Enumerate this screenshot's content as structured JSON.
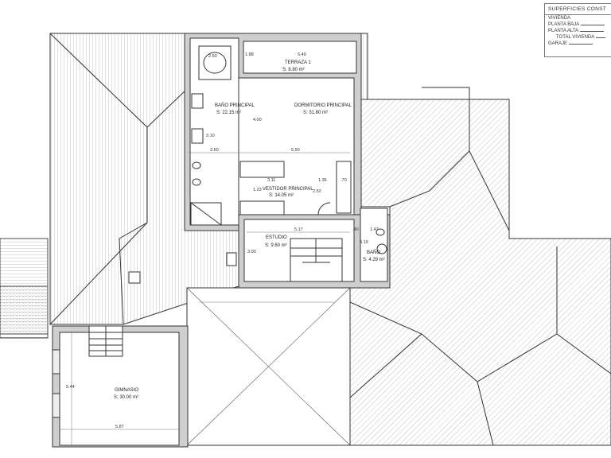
{
  "legend": {
    "title": "SUPERFICIES CONST",
    "rows": [
      "VIVIENDA",
      "PLANTA BAJA",
      "PLANTA ALTA",
      "TOTAL VIVIENDA",
      "GARAJE"
    ]
  },
  "rooms": {
    "terraza": {
      "name": "TERRAZA 1",
      "area": "S: 8.80 m²"
    },
    "bano_principal": {
      "name": "BAÑO PRINCIPAL",
      "area": "S: 22.15 m²"
    },
    "dormitorio": {
      "name": "DORMITORIO PRINCIPAL",
      "area": "S: 31.80 m²"
    },
    "vestidor": {
      "name": "VESTIDOR PRINCIPAL",
      "area": "S: 14.05 m²"
    },
    "estudio": {
      "name": "ESTUDIO",
      "area": "S: 9.60 m²"
    },
    "bano": {
      "name": "BAÑO",
      "area": "S: 4.29 m²"
    },
    "gimnasio": {
      "name": "GIMNASIO",
      "area": "S: 30.00 m²"
    }
  },
  "dimensions": {
    "terraza_width": "5.49",
    "terraza_depth": "1.88",
    "bath_tub": "2.50",
    "room_depth": "4.00",
    "bath_side": "3.10",
    "bath_width": "2.50",
    "bedroom_width": "5.50",
    "closet_width": "3.11",
    "closet_gap": "1.36",
    "closet_depth": "2.52",
    "closet_small": ".70",
    "closet_side": "1.23",
    "estudio_width": "5.17",
    "door": ".40",
    "bano_width": "1.47",
    "bano_depth": "3.19",
    "estudio_depth": "3.00",
    "gym_depth": "5.44",
    "gym_width": "5.87"
  },
  "colors": {
    "line": "#333333",
    "wall": "#cfcfcf",
    "hatch": "#8a8a8a"
  }
}
